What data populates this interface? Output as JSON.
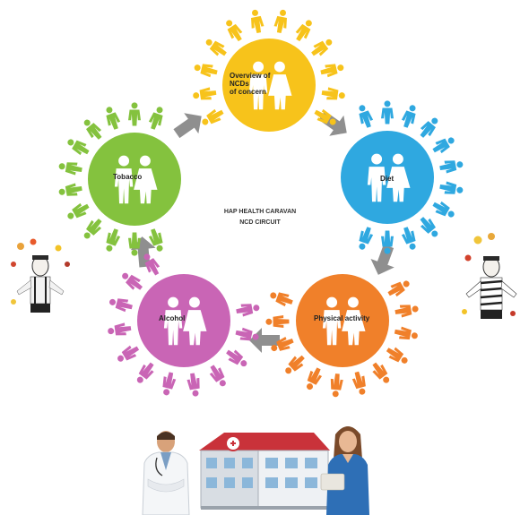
{
  "center": {
    "line1": "HAP HEALTH CARAVAN",
    "line2": "NCD CIRCUIT"
  },
  "stations": [
    {
      "id": "overview",
      "lines": [
        "Overview of",
        "NCDs",
        "of concern"
      ],
      "color": "#f7c31b",
      "figure_count": 12
    },
    {
      "id": "diet",
      "lines": [
        "Diet"
      ],
      "color": "#2fa8e0",
      "figure_count": 12
    },
    {
      "id": "physical",
      "lines": [
        "Physical activity"
      ],
      "color": "#f0802a",
      "figure_count": 12
    },
    {
      "id": "alcohol",
      "lines": [
        "Alcohol"
      ],
      "color": "#c965b5",
      "figure_count": 12
    },
    {
      "id": "tobacco",
      "lines": [
        "Tobacco"
      ],
      "color": "#84c23e",
      "figure_count": 12
    }
  ],
  "colors": {
    "arrow": "#8f8f8f",
    "figure_white": "#ffffff"
  },
  "icons": [
    "person-icon",
    "arrow-icon",
    "mime-juggler-icon",
    "doctor-icon",
    "nurse-icon",
    "clinic-building-icon"
  ]
}
